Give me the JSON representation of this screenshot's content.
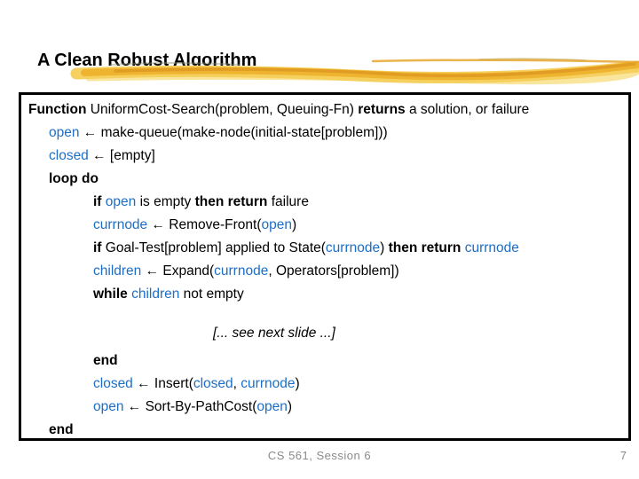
{
  "slide": {
    "title": "A Clean Robust Algorithm",
    "footer": {
      "course": "CS 561,  Session 6",
      "page_number": "7"
    }
  },
  "colors": {
    "keyword_blue": "#1D6EC6",
    "footer_gray": "#8a8a8a",
    "swoosh_gold_core": "#EFB42F",
    "swoosh_gold_dark": "#DD9720",
    "swoosh_gold_light": "#F5CF5A",
    "swoosh_gold_pale": "#F9E08C",
    "box_border": "#000000"
  },
  "algorithm": {
    "lines": [
      {
        "indent": "0",
        "segments": [
          [
            "kw",
            "Function "
          ],
          [
            "txt",
            "UniformCost-Search(problem, Queuing-Fn) "
          ],
          [
            "kw",
            "returns "
          ],
          [
            "txt",
            "a solution, or failure"
          ]
        ]
      },
      {
        "indent": "1",
        "segments": [
          [
            "var",
            "open"
          ],
          [
            "txt",
            " ← make-queue(make-node(initial-state[problem]))"
          ]
        ]
      },
      {
        "indent": "1",
        "segments": [
          [
            "var",
            "closed"
          ],
          [
            "txt",
            " ← [empty]"
          ]
        ]
      },
      {
        "indent": "1",
        "segments": [
          [
            "kw",
            "loop do"
          ]
        ]
      },
      {
        "indent": "2",
        "segments": [
          [
            "kw",
            "if "
          ],
          [
            "var",
            "open"
          ],
          [
            "txt",
            " is empty "
          ],
          [
            "kw",
            "then return "
          ],
          [
            "txt",
            "failure"
          ]
        ]
      },
      {
        "indent": "2",
        "segments": [
          [
            "var",
            "currnode"
          ],
          [
            "txt",
            " ← Remove-Front("
          ],
          [
            "var",
            "open"
          ],
          [
            "txt",
            ")"
          ]
        ]
      },
      {
        "indent": "2",
        "segments": [
          [
            "kw",
            "if "
          ],
          [
            "txt",
            "Goal-Test[problem] applied to State("
          ],
          [
            "var",
            "currnode"
          ],
          [
            "txt",
            ") "
          ],
          [
            "kw",
            "then return "
          ],
          [
            "var",
            "currnode"
          ]
        ]
      },
      {
        "indent": "2",
        "segments": [
          [
            "var",
            "children"
          ],
          [
            "txt",
            " ← Expand("
          ],
          [
            "var",
            "currnode"
          ],
          [
            "txt",
            ", Operators[problem])"
          ]
        ]
      },
      {
        "indent": "2",
        "segments": [
          [
            "kw",
            "while "
          ],
          [
            "var",
            "children"
          ],
          [
            "txt",
            " not empty"
          ]
        ]
      },
      {
        "indent": "note",
        "segments": [
          [
            "it",
            "[... see next slide ...]"
          ]
        ]
      },
      {
        "indent": "2",
        "segments": [
          [
            "kw",
            "end"
          ]
        ]
      },
      {
        "indent": "2",
        "segments": [
          [
            "var",
            "closed"
          ],
          [
            "txt",
            " ← Insert("
          ],
          [
            "var",
            "closed"
          ],
          [
            "txt",
            ", "
          ],
          [
            "var",
            "currnode"
          ],
          [
            "txt",
            ")"
          ]
        ]
      },
      {
        "indent": "2",
        "segments": [
          [
            "var",
            "open"
          ],
          [
            "txt",
            " ← Sort-By-PathCost("
          ],
          [
            "var",
            "open"
          ],
          [
            "txt",
            ")"
          ]
        ]
      },
      {
        "indent": "1",
        "segments": [
          [
            "kw",
            "end"
          ]
        ]
      }
    ]
  }
}
